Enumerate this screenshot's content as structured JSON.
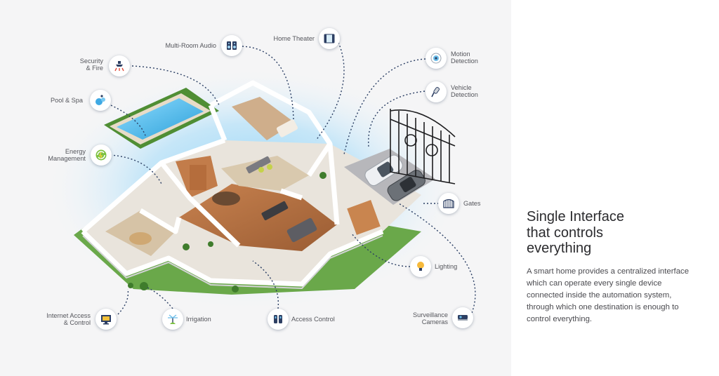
{
  "headline": [
    "Single Interface",
    "that controls",
    "everything"
  ],
  "description": "A smart home provides a centralized interface which can operate every single device connected inside the automation system, through which one destination is enough to control everything.",
  "features": {
    "multi_room_audio": {
      "label": [
        "Multi-Room Audio"
      ],
      "icon": "speaker-icon"
    },
    "home_theater": {
      "label": [
        "Home Theater"
      ],
      "icon": "theater-icon"
    },
    "security_fire": {
      "label": [
        "Security",
        "& Fire"
      ],
      "icon": "sprinkler-icon"
    },
    "pool_spa": {
      "label": [
        "Pool & Spa"
      ],
      "icon": "bubbles-icon"
    },
    "energy_management": {
      "label": [
        "Energy",
        "Management"
      ],
      "icon": "recycle-energy-icon"
    },
    "internet_access": {
      "label": [
        "Internet Access",
        "& Control"
      ],
      "icon": "monitor-icon"
    },
    "irrigation": {
      "label": [
        "Irrigation"
      ],
      "icon": "irrigation-icon"
    },
    "access_control": {
      "label": [
        "Access Control"
      ],
      "icon": "access-reader-icon"
    },
    "motion_detection": {
      "label": [
        "Motion",
        "Detection"
      ],
      "icon": "motion-sensor-icon"
    },
    "vehicle_detection": {
      "label": [
        "Vehicle",
        "Detection"
      ],
      "icon": "key-fob-icon"
    },
    "gates": {
      "label": [
        "Gates"
      ],
      "icon": "gate-icon"
    },
    "lighting": {
      "label": [
        "Lighting"
      ],
      "icon": "lightbulb-icon"
    },
    "surveillance_cameras": {
      "label": [
        "Surveillance",
        "Cameras"
      ],
      "icon": "camera-icon"
    }
  },
  "colors": {
    "connector": "#2a3e63",
    "glow": "#6fc3f5",
    "floor": "#b47144",
    "walls": "#fbfbfb",
    "grass": "#5a9a3c",
    "pool": "#4fb7e8"
  }
}
